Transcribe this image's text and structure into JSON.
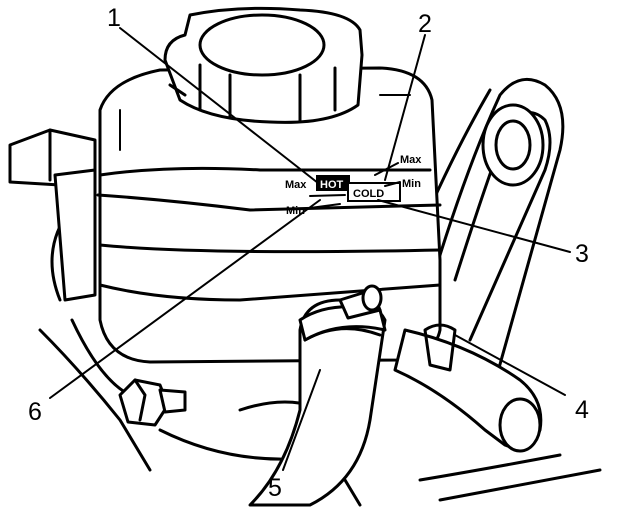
{
  "callouts": [
    "1",
    "2",
    "3",
    "4",
    "5",
    "6"
  ],
  "hot_scale": {
    "max": "Max",
    "min": "Min",
    "label": "HOT"
  },
  "cold_scale": {
    "max": "Max",
    "min": "Min",
    "label": "COLD"
  }
}
